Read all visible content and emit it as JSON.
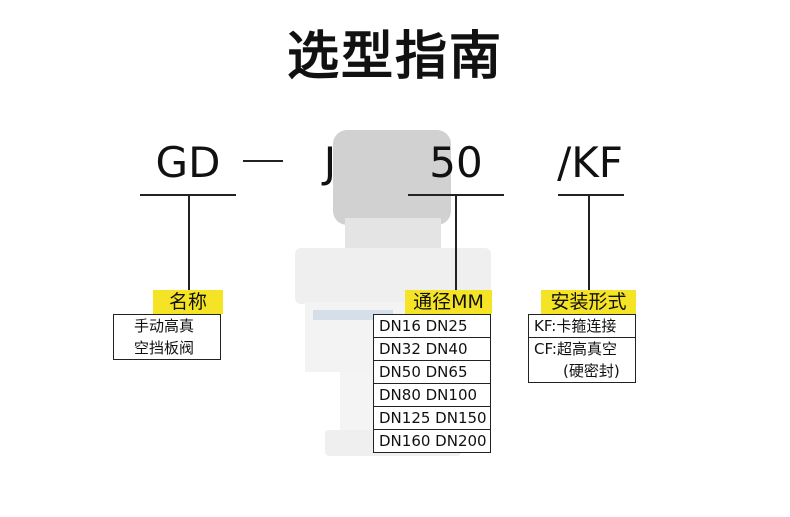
{
  "title": "选型指南",
  "code": {
    "parts": [
      "GD",
      "J",
      "50",
      "/KF"
    ]
  },
  "sections": {
    "name": {
      "tag": "名称",
      "lines": [
        "手动高真",
        "空挡板阀"
      ]
    },
    "diameter": {
      "tag": "通径MM",
      "options": [
        "DN16 DN25",
        "DN32 DN40",
        "DN50 DN65",
        "DN80 DN100",
        "DN125 DN150",
        "DN160 DN200"
      ]
    },
    "mount": {
      "tag": "安装形式",
      "options": [
        "KF:卡箍连接",
        "CF:超高真空",
        "(硬密封)"
      ]
    }
  },
  "colors": {
    "tag_bg": "#f5e326",
    "line": "#222222"
  }
}
